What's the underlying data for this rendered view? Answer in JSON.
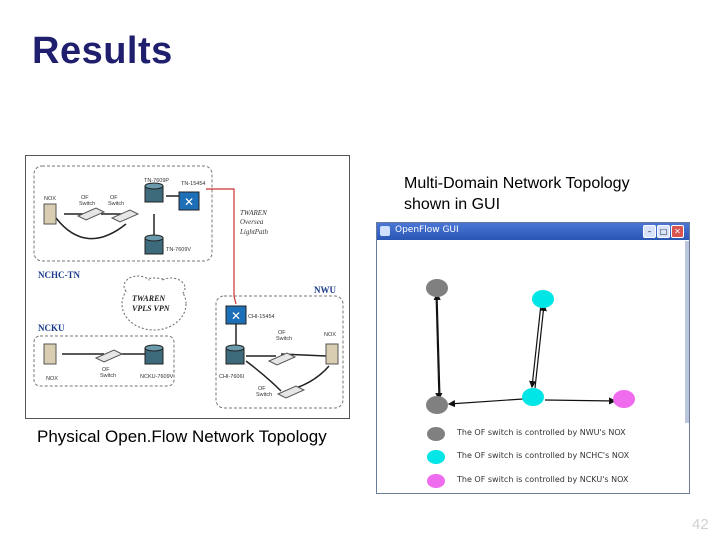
{
  "slide": {
    "title": "Results",
    "page_number": "42"
  },
  "physical": {
    "caption": "Physical Open.Flow Network Topology",
    "domain_ncku": "NCKU",
    "domain_nchc": "NCHC-TN",
    "domain_nwu": "NWU",
    "cloud_label_1": "TWAREN",
    "cloud_label_2": "VPLS VPN",
    "lightpath_1": "TWAREN",
    "lightpath_2": "Oversea",
    "lightpath_3": "LightPath",
    "router_tn_7609p": "TN-7609P",
    "router_tn_7609v": "TN-7609V",
    "switch_tn_15454": "TN-15454",
    "router_ncku": "NCKU-7609V",
    "switch_chi_15454": "CHI-15454",
    "router_chi_7606": "CHI-7606I",
    "nox_label": "NOX",
    "of_switch_label_1": "OF",
    "of_switch_label_2": "Switch"
  },
  "gui": {
    "caption_line1": "Multi-Domain Network Topology",
    "caption_line2": "shown in GUI",
    "window_title": "OpenFlow GUI",
    "legend": [
      {
        "color": "#808080",
        "text": "The OF switch is controlled by NWU's NOX"
      },
      {
        "color": "#00e5e5",
        "text": "The OF switch is controlled by NCHC's NOX"
      },
      {
        "color": "#ef6cef",
        "text": "The OF switch is controlled by NCKU's NOX"
      }
    ]
  }
}
